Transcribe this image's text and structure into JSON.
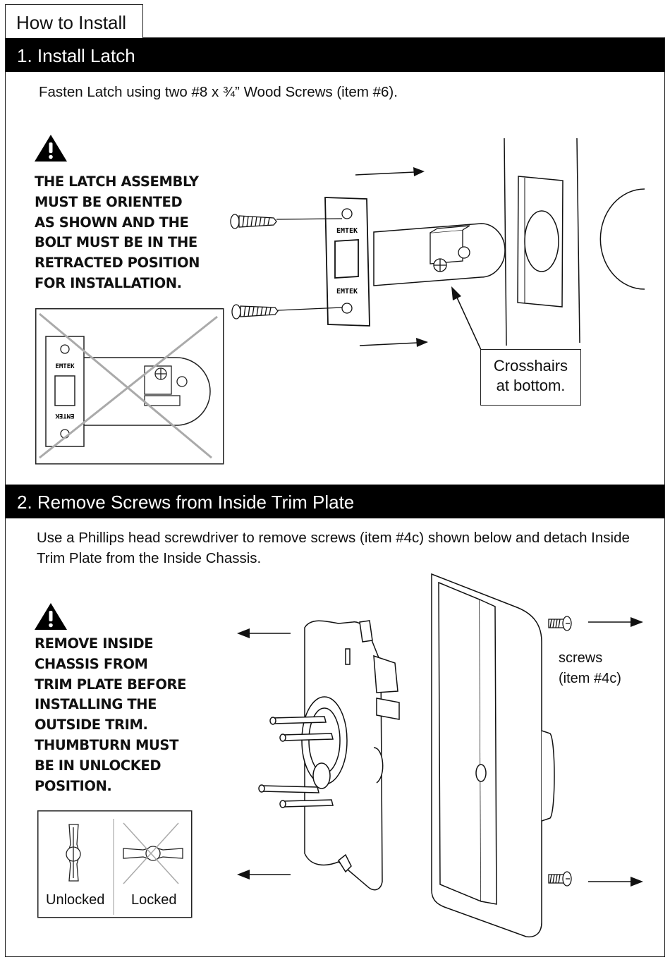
{
  "header": {
    "tab_title": "How to Install"
  },
  "section1": {
    "title": "1. Install Latch",
    "instruction": "Fasten Latch using two #8 x ¾” Wood Screws (item #6).",
    "warning": "THE LATCH ASSEMBLY\nMUST BE ORIENTED\nAS SHOWN AND THE\nBOLT MUST BE IN THE\nRETRACTED POSITION\nFOR INSTALLATION.",
    "callout": "Crosshairs\nat bottom.",
    "latch_stamp": "EMTEK"
  },
  "section2": {
    "title": "2. Remove Screws from Inside Trim Plate",
    "instruction": "Use a Phillips head screwdriver to remove screws (item #4c) shown below and detach Inside Trim Plate from the Inside Chassis.",
    "warning": "REMOVE INSIDE\nCHASSIS FROM\nTRIM PLATE BEFORE\nINSTALLING THE\nOUTSIDE TRIM.\nTHUMBTURN MUST\nBE IN UNLOCKED\nPOSITION.",
    "screws_label_1": "screws",
    "screws_label_2": "(item #4c)",
    "unlocked_label": "Unlocked",
    "locked_label": "Locked"
  }
}
